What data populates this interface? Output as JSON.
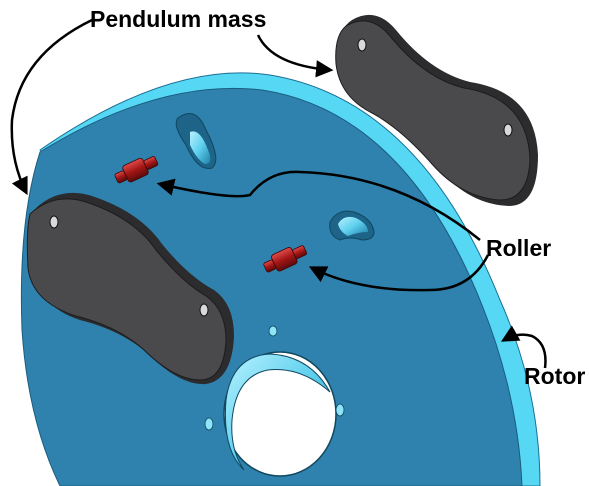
{
  "labels": {
    "pendulum_mass": "Pendulum mass",
    "roller": "Roller",
    "rotor": "Rotor"
  },
  "colors": {
    "rotor_face": "#2f82ad",
    "rotor_edge": "#56d8f5",
    "pendulum_face": "#4a4a4d",
    "pendulum_edge": "#2c2c2e",
    "roller": "#a31616",
    "arrow": "#000000",
    "background": "#ffffff"
  },
  "components": [
    "rotor-disc",
    "pendulum-mass",
    "roller"
  ]
}
